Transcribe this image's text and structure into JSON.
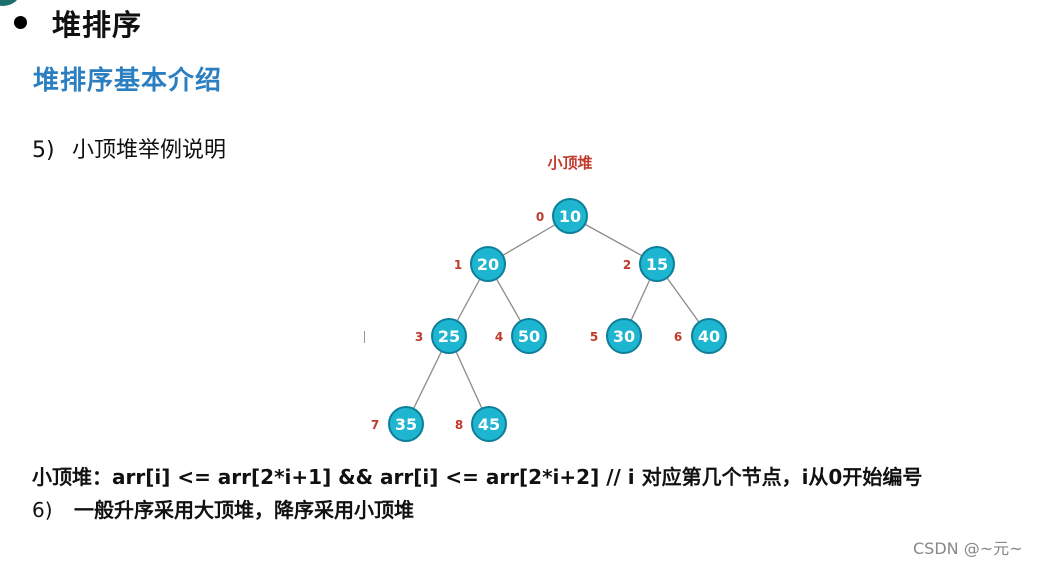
{
  "heading": {
    "title": "堆排序"
  },
  "section": {
    "subtitle": "堆排序基本介绍"
  },
  "item5": {
    "number": "5)",
    "text": "小顶堆举例说明"
  },
  "diagram": {
    "label": "小顶堆",
    "nodes": [
      {
        "index": "0",
        "value": "10"
      },
      {
        "index": "1",
        "value": "20"
      },
      {
        "index": "2",
        "value": "15"
      },
      {
        "index": "3",
        "value": "25"
      },
      {
        "index": "4",
        "value": "50"
      },
      {
        "index": "5",
        "value": "30"
      },
      {
        "index": "6",
        "value": "40"
      },
      {
        "index": "7",
        "value": "35"
      },
      {
        "index": "8",
        "value": "45"
      }
    ],
    "colors": {
      "node_fill": "#1db5cf",
      "node_stroke": "#0e7f99",
      "index_color": "#c0392b",
      "edge": "#8a8a8a"
    }
  },
  "formula": {
    "text": "小顶堆：arr[i] <= arr[2*i+1] && arr[i] <= arr[2*i+2] // i 对应第几个节点，i从0开始编号"
  },
  "item6": {
    "number": "6)",
    "text": "一般升序采用大顶堆，降序采用小顶堆"
  },
  "watermark": {
    "text": "CSDN @~元~"
  }
}
